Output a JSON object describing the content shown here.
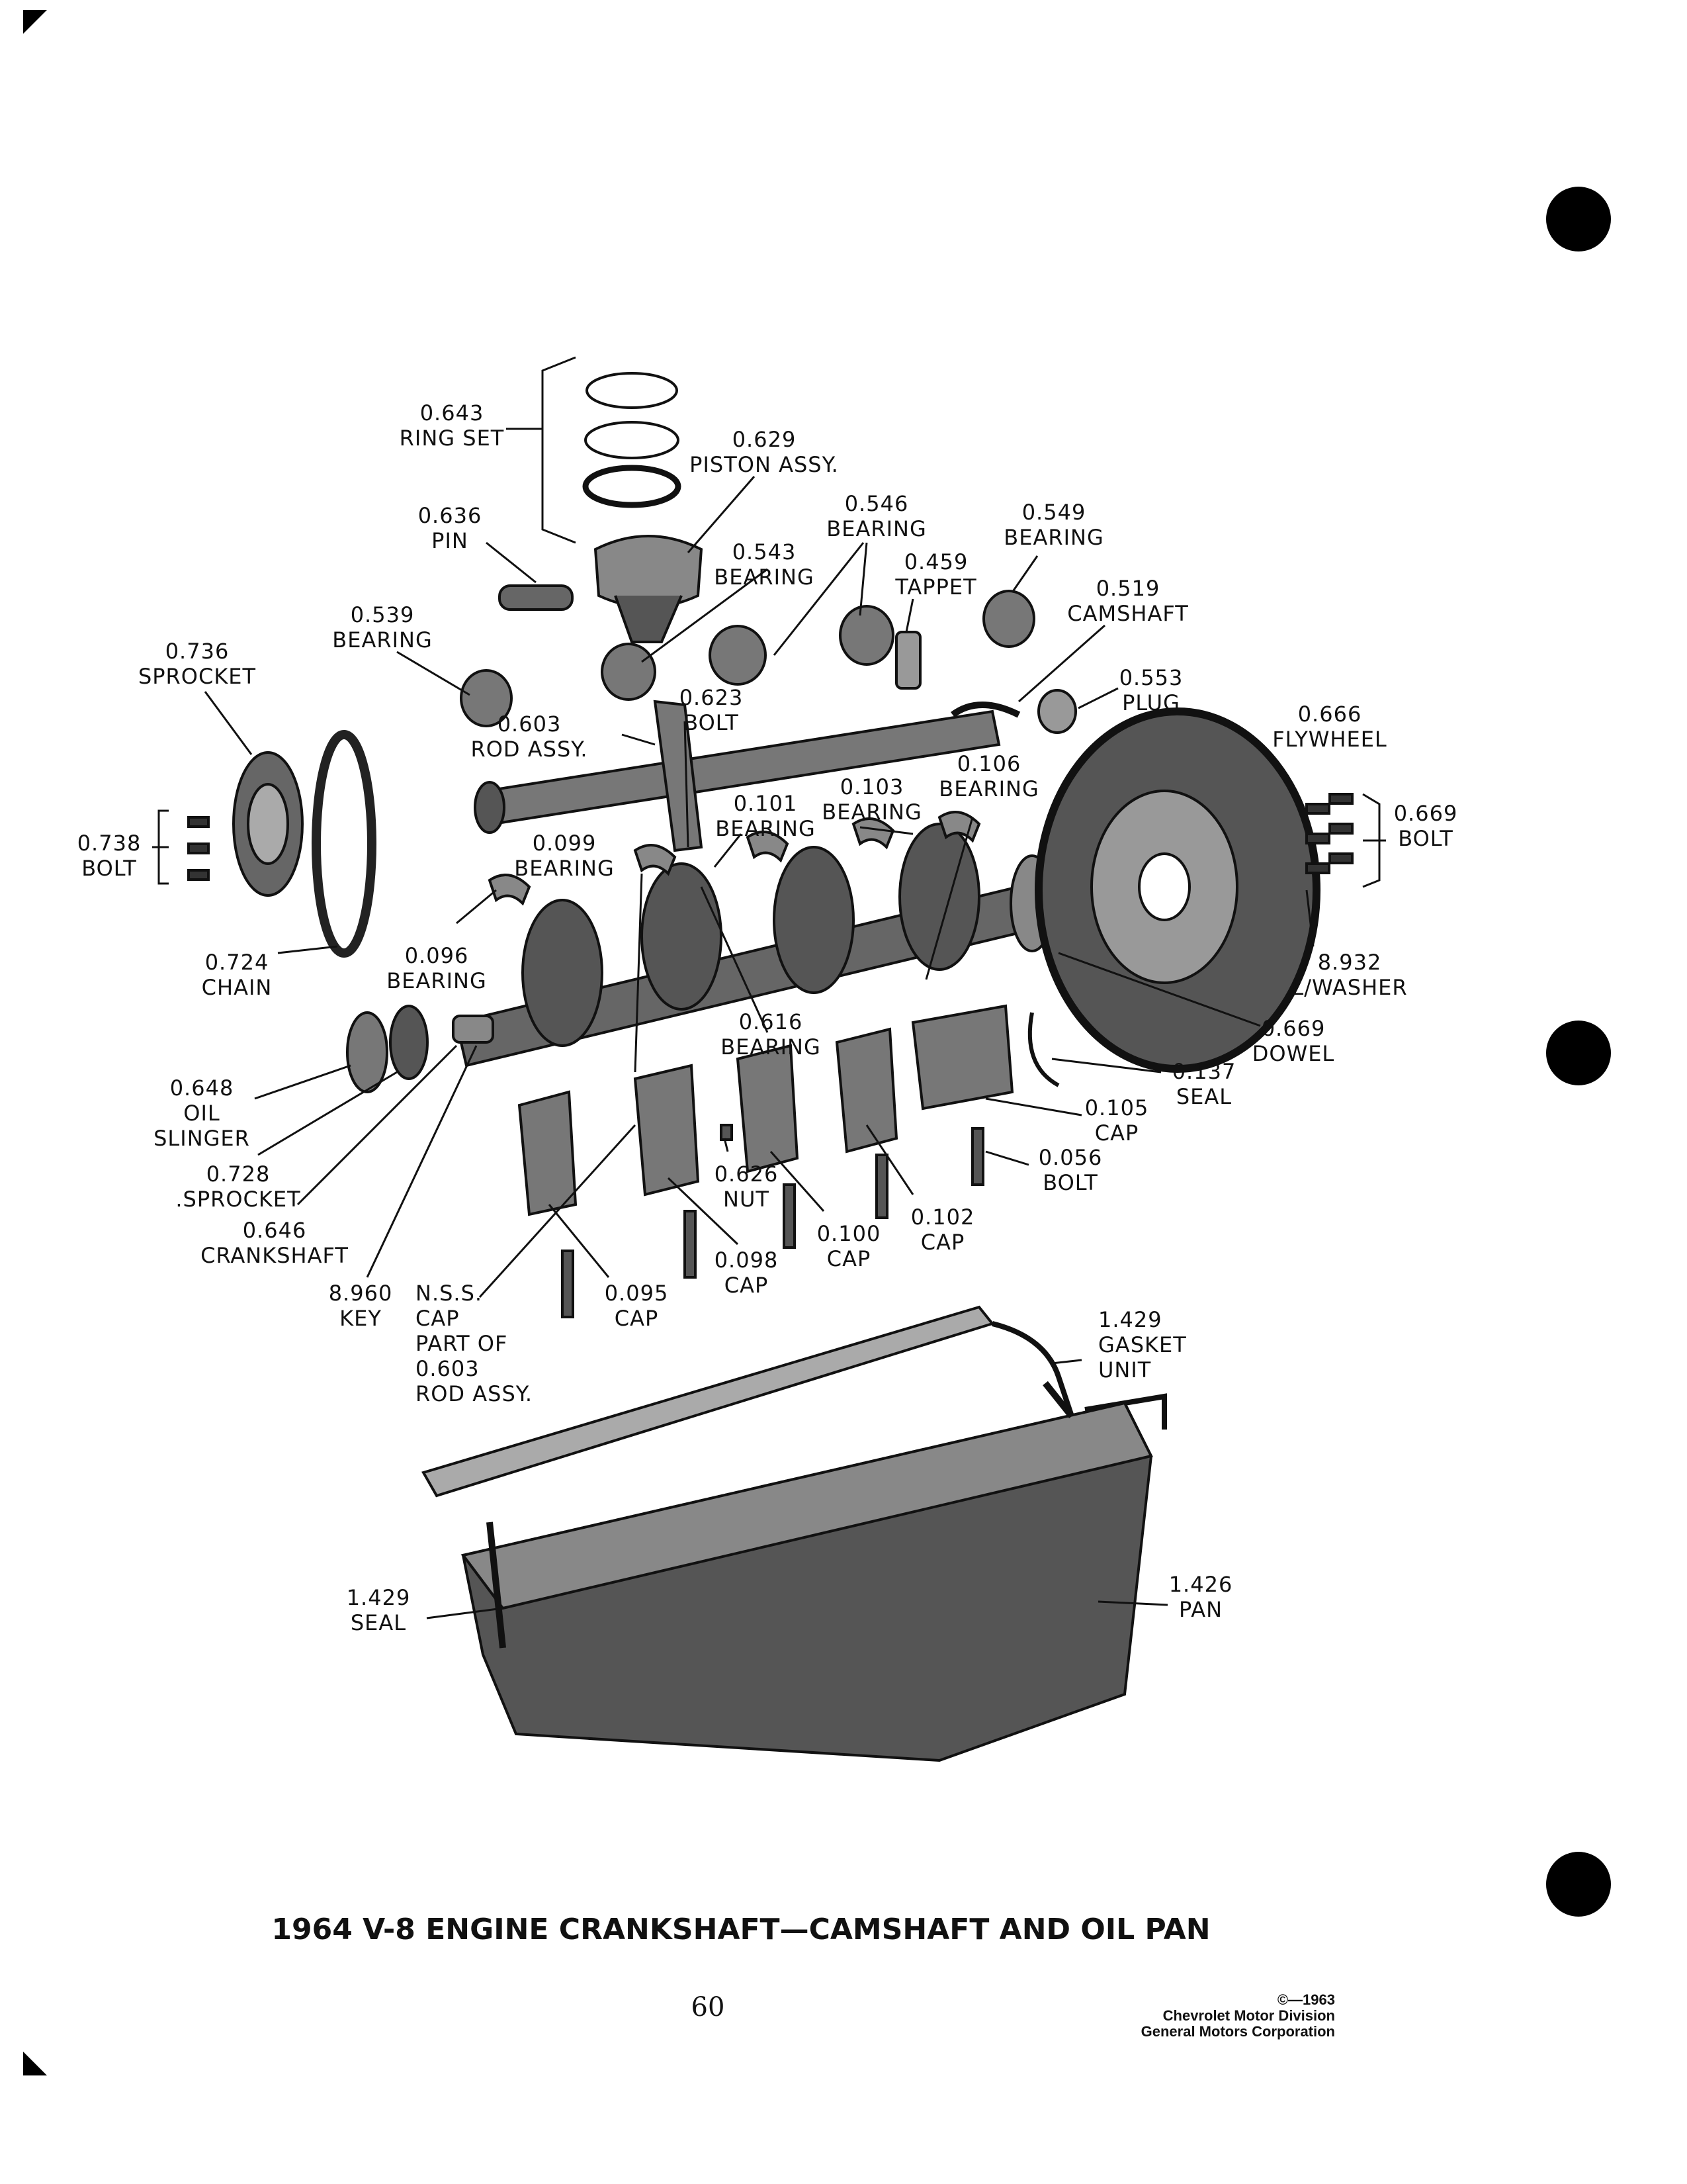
{
  "title": "1964 V-8 ENGINE CRANKSHAFT—CAMSHAFT AND OIL PAN",
  "page_number": "60",
  "copyright": [
    "©—1963",
    "Chevrolet Motor Division",
    "General Motors Corporation"
  ],
  "labels": [
    {
      "id": "ring-set",
      "lines": [
        "0.643",
        "RING SET"
      ]
    },
    {
      "id": "piston-assy",
      "lines": [
        "0.629",
        "PISTON ASSY."
      ]
    },
    {
      "id": "pin",
      "lines": [
        "0.636",
        "PIN"
      ]
    },
    {
      "id": "bearing-0546",
      "lines": [
        "0.546",
        "BEARING"
      ]
    },
    {
      "id": "bearing-0549",
      "lines": [
        "0.549",
        "BEARING"
      ]
    },
    {
      "id": "bearing-0543",
      "lines": [
        "0.543",
        "BEARING"
      ]
    },
    {
      "id": "tappet",
      "lines": [
        "0.459",
        "TAPPET"
      ]
    },
    {
      "id": "camshaft",
      "lines": [
        "0.519",
        "CAMSHAFT"
      ]
    },
    {
      "id": "bearing-0539",
      "lines": [
        "0.539",
        "BEARING"
      ]
    },
    {
      "id": "sprocket-0736",
      "lines": [
        "0.736",
        "SPROCKET"
      ]
    },
    {
      "id": "plug",
      "lines": [
        "0.553",
        "PLUG"
      ]
    },
    {
      "id": "bolt-0623",
      "lines": [
        "0.623",
        "BOLT"
      ]
    },
    {
      "id": "flywheel",
      "lines": [
        "0.666",
        "FLYWHEEL"
      ]
    },
    {
      "id": "rod-assy",
      "lines": [
        "0.603",
        "ROD ASSY."
      ]
    },
    {
      "id": "bearing-0106",
      "lines": [
        "0.106",
        "BEARING"
      ]
    },
    {
      "id": "bolt-0669",
      "lines": [
        "0.669",
        "BOLT"
      ]
    },
    {
      "id": "bearing-0103",
      "lines": [
        "0.103",
        "BEARING"
      ]
    },
    {
      "id": "bearing-0101",
      "lines": [
        "0.101",
        "BEARING"
      ]
    },
    {
      "id": "bolt-0738",
      "lines": [
        "0.738",
        "BOLT"
      ]
    },
    {
      "id": "bearing-0099",
      "lines": [
        "0.099",
        "BEARING"
      ]
    },
    {
      "id": "chain",
      "lines": [
        "0.724",
        "CHAIN"
      ]
    },
    {
      "id": "bearing-0096",
      "lines": [
        "0.096",
        "BEARING"
      ]
    },
    {
      "id": "lwasher",
      "lines": [
        "8.932",
        "L/WASHER"
      ]
    },
    {
      "id": "bearing-0616",
      "lines": [
        "0.616",
        "BEARING"
      ]
    },
    {
      "id": "dowel",
      "lines": [
        "0.669",
        "DOWEL"
      ]
    },
    {
      "id": "oil-slinger",
      "lines": [
        "0.648",
        "OIL",
        "SLINGER"
      ]
    },
    {
      "id": "seal-0137",
      "lines": [
        "0.137",
        "SEAL"
      ]
    },
    {
      "id": "cap-0105",
      "lines": [
        "0.105",
        "CAP"
      ]
    },
    {
      "id": "sprocket-0728",
      "lines": [
        "0.728",
        ".SPROCKET"
      ]
    },
    {
      "id": "bolt-0056",
      "lines": [
        "0.056",
        "BOLT"
      ]
    },
    {
      "id": "nut",
      "lines": [
        "0.626",
        "NUT"
      ]
    },
    {
      "id": "crankshaft",
      "lines": [
        "0.646",
        "CRANKSHAFT"
      ]
    },
    {
      "id": "cap-0102",
      "lines": [
        "0.102",
        "CAP"
      ]
    },
    {
      "id": "cap-0100",
      "lines": [
        "0.100",
        "CAP"
      ]
    },
    {
      "id": "cap-0098",
      "lines": [
        "0.098",
        "CAP"
      ]
    },
    {
      "id": "key",
      "lines": [
        "8.960",
        "KEY"
      ]
    },
    {
      "id": "nss-cap",
      "lines": [
        "N.S.S.",
        "CAP",
        "PART OF",
        "0.603",
        "ROD ASSY."
      ]
    },
    {
      "id": "cap-0095",
      "lines": [
        "0.095",
        "CAP"
      ]
    },
    {
      "id": "gasket-unit",
      "lines": [
        "1.429",
        "GASKET",
        "UNIT"
      ]
    },
    {
      "id": "seal-1429",
      "lines": [
        "1.429",
        "SEAL"
      ]
    },
    {
      "id": "pan",
      "lines": [
        "1.426",
        "PAN"
      ]
    }
  ]
}
